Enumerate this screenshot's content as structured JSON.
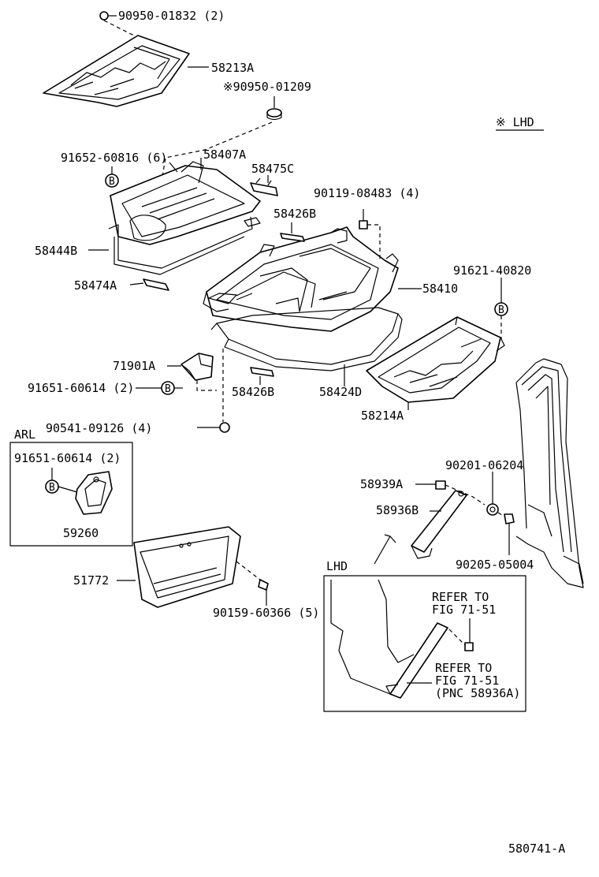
{
  "labels": {
    "p90950_01832": "90950-01832 (2)",
    "p58213A": "58213A",
    "p90950_01209": "※90950-01209",
    "lhd_note": "※ LHD",
    "p91652_60816": "91652-60816 (6)",
    "p58407A": "58407A",
    "p58475C": "58475C",
    "p90119_08483": "90119-08483 (4)",
    "p58426B_top": "58426B",
    "p58444B": "58444B",
    "p58474A": "58474A",
    "p58410": "58410",
    "p91621_40820": "91621-40820",
    "p71901A": "71901A",
    "p91651_60614_a": "91651-60614 (2)",
    "p58426B_bot": "58426B",
    "p58424D": "58424D",
    "p58214A": "58214A",
    "p90541_09126": "90541-09126 (4)",
    "arl_title": "ARL",
    "p91651_60614_b": "91651-60614 (2)",
    "p59260": "59260",
    "p90201_06204": "90201-06204",
    "p58939A": "58939A",
    "p58936B": "58936B",
    "p90205_05004": "90205-05004",
    "p51772": "51772",
    "p90159_60366": "90159-60366 (5)",
    "lhd_box_title": "LHD",
    "refer1_a": "REFER TO",
    "refer1_b": "FIG 71-51",
    "refer2_a": "REFER TO",
    "refer2_b": "FIG 71-51",
    "refer2_c": "(PNC 58936A)",
    "diagram_id": "580741-A",
    "callout_B": "B"
  }
}
